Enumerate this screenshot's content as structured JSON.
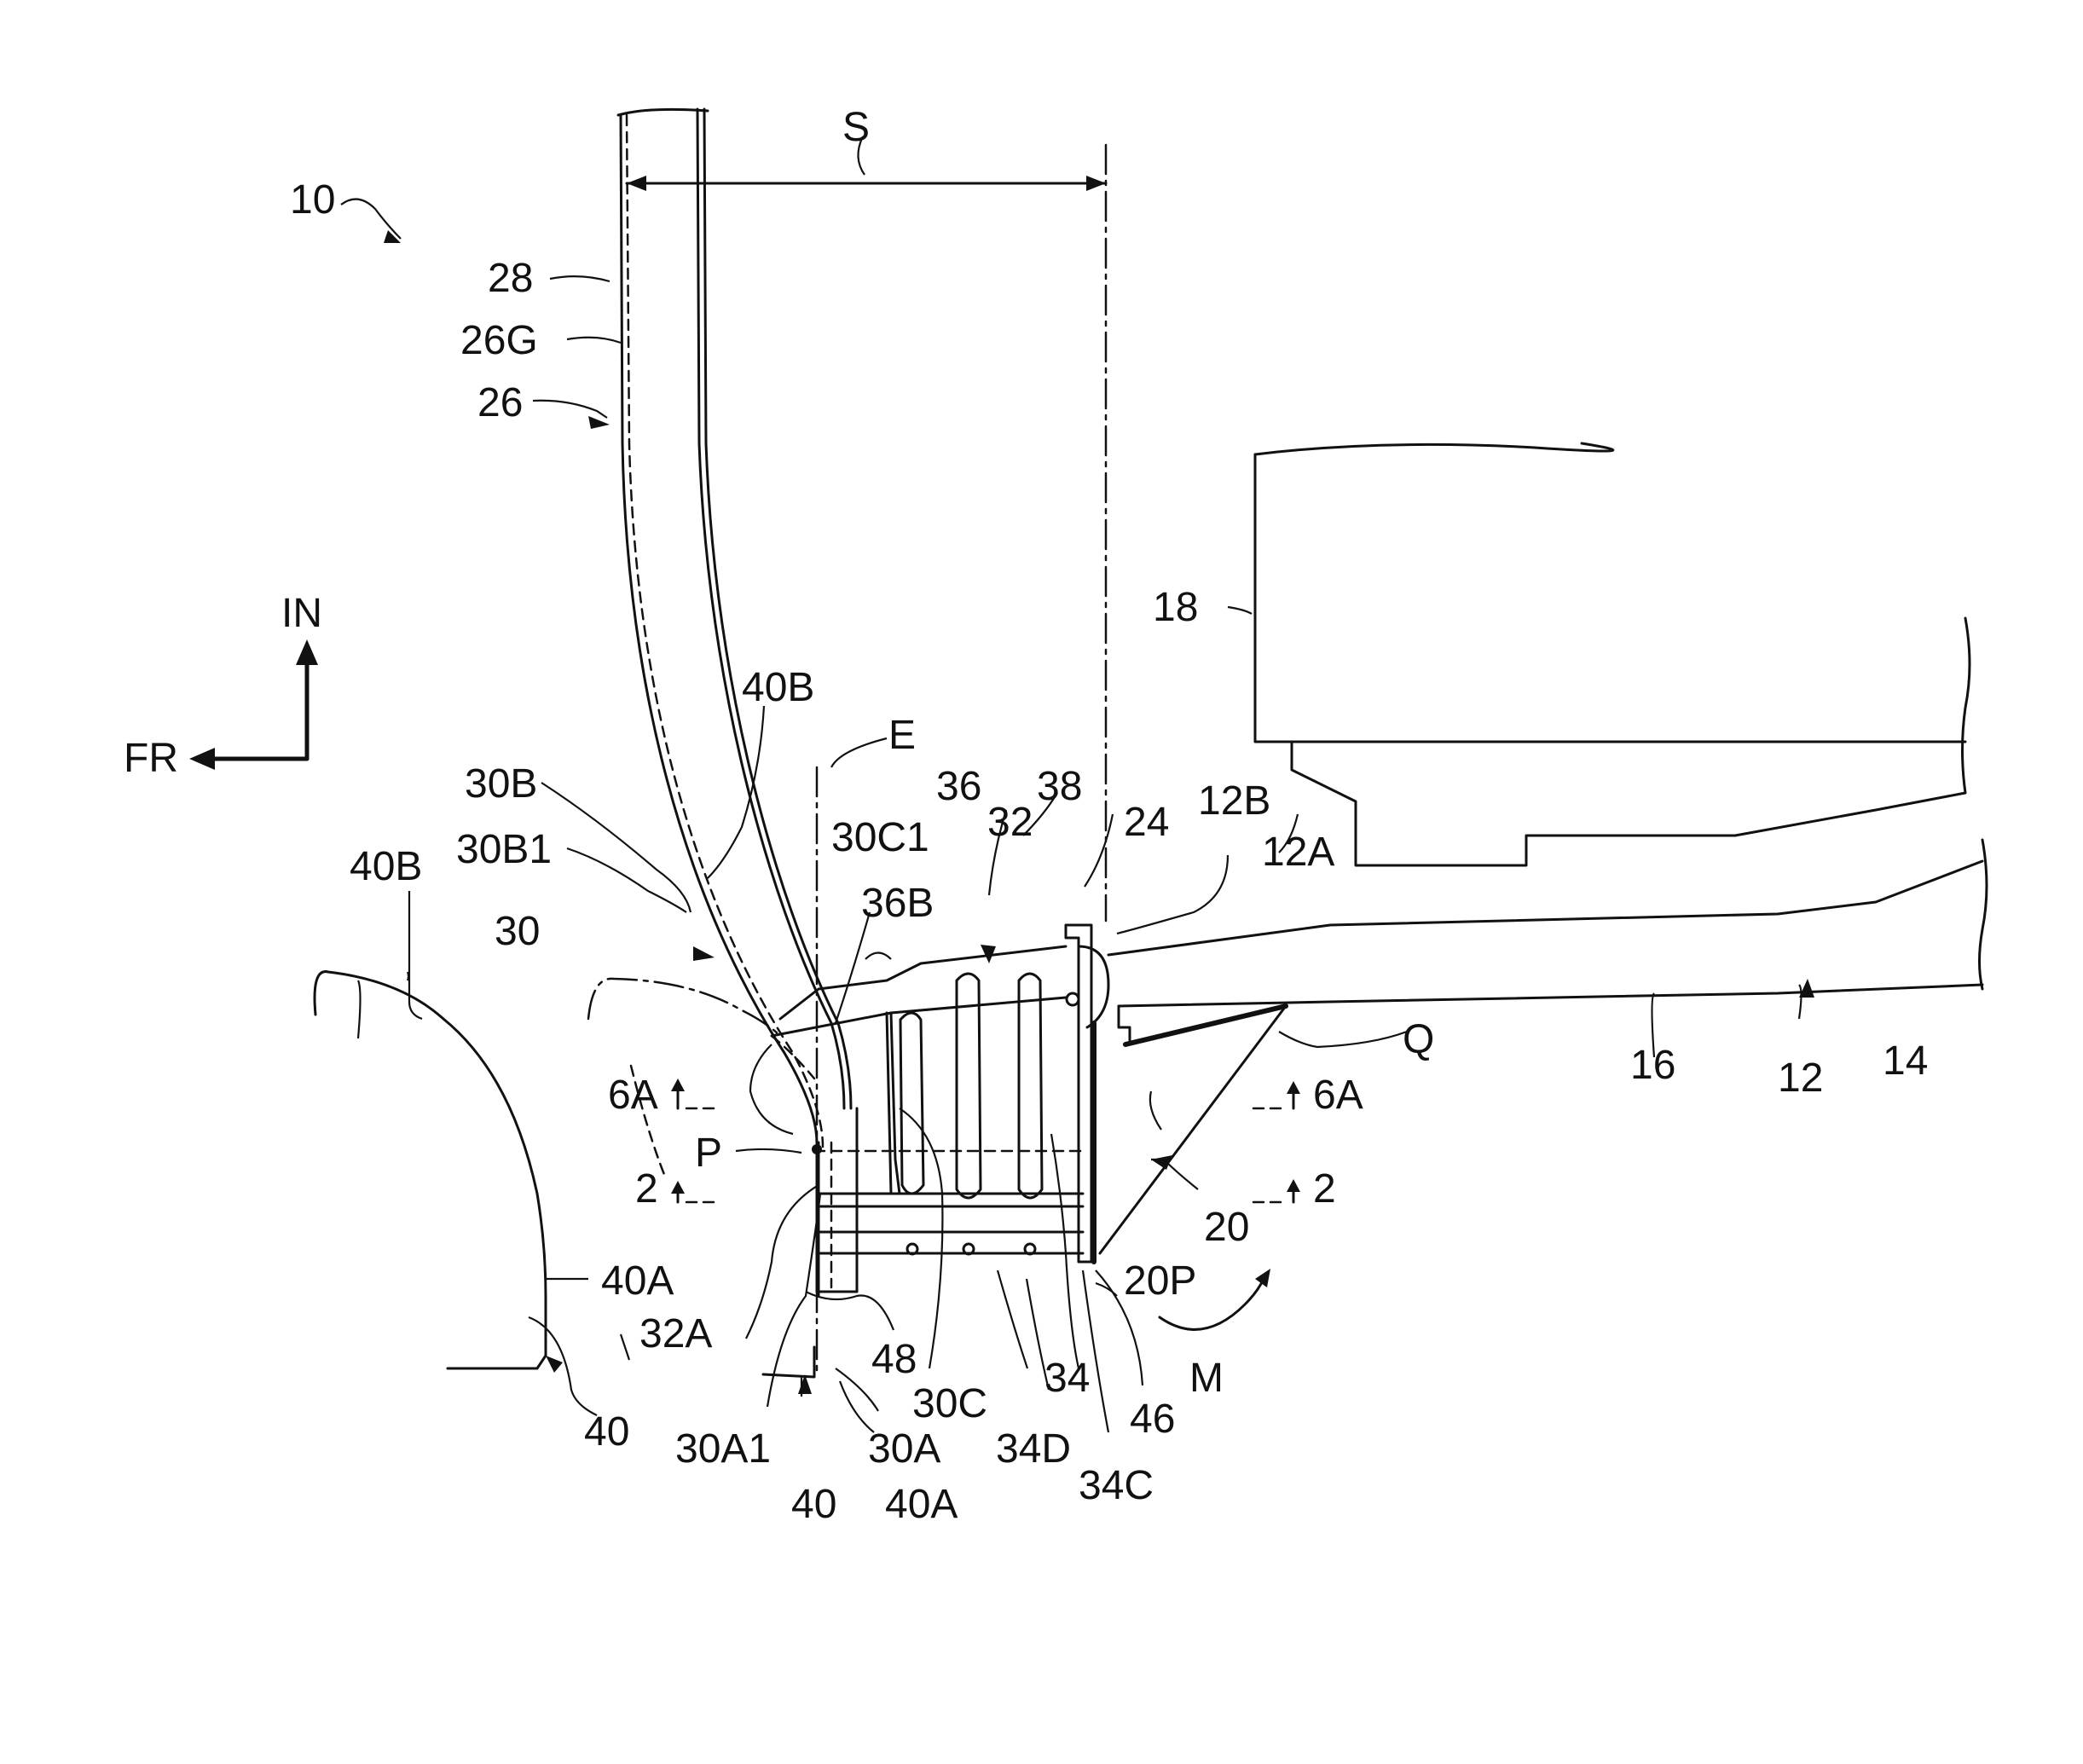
{
  "figure": {
    "direction": {
      "in": "IN",
      "fr": "FR"
    },
    "labels": {
      "l10": "10",
      "lS": "S",
      "l28": "28",
      "l26G": "26G",
      "l26": "26",
      "l18": "18",
      "l40B_top": "40B",
      "lE": "E",
      "l30B": "30B",
      "l36": "36",
      "l38": "38",
      "l32": "32",
      "l24": "24",
      "l12B": "12B",
      "l12A": "12A",
      "l30B1": "30B1",
      "l30C1": "30C1",
      "l40B_left": "40B",
      "l36B": "36B",
      "l30": "30",
      "lQ": "Q",
      "l16": "16",
      "l12": "12",
      "l14": "14",
      "l6A_left": "6A",
      "l6A_right": "6A",
      "lP": "P",
      "l2_left": "2",
      "l2_right": "2",
      "l20": "20",
      "l40A_left": "40A",
      "l20P": "20P",
      "l32A": "32A",
      "l48": "48",
      "l34": "34",
      "lM": "M",
      "l30C": "30C",
      "l46": "46",
      "l40_left": "40",
      "l30A1": "30A1",
      "l30A": "30A",
      "l34D": "34D",
      "l34C": "34C",
      "l40_bottom": "40",
      "l40A_bottom": "40A"
    }
  }
}
